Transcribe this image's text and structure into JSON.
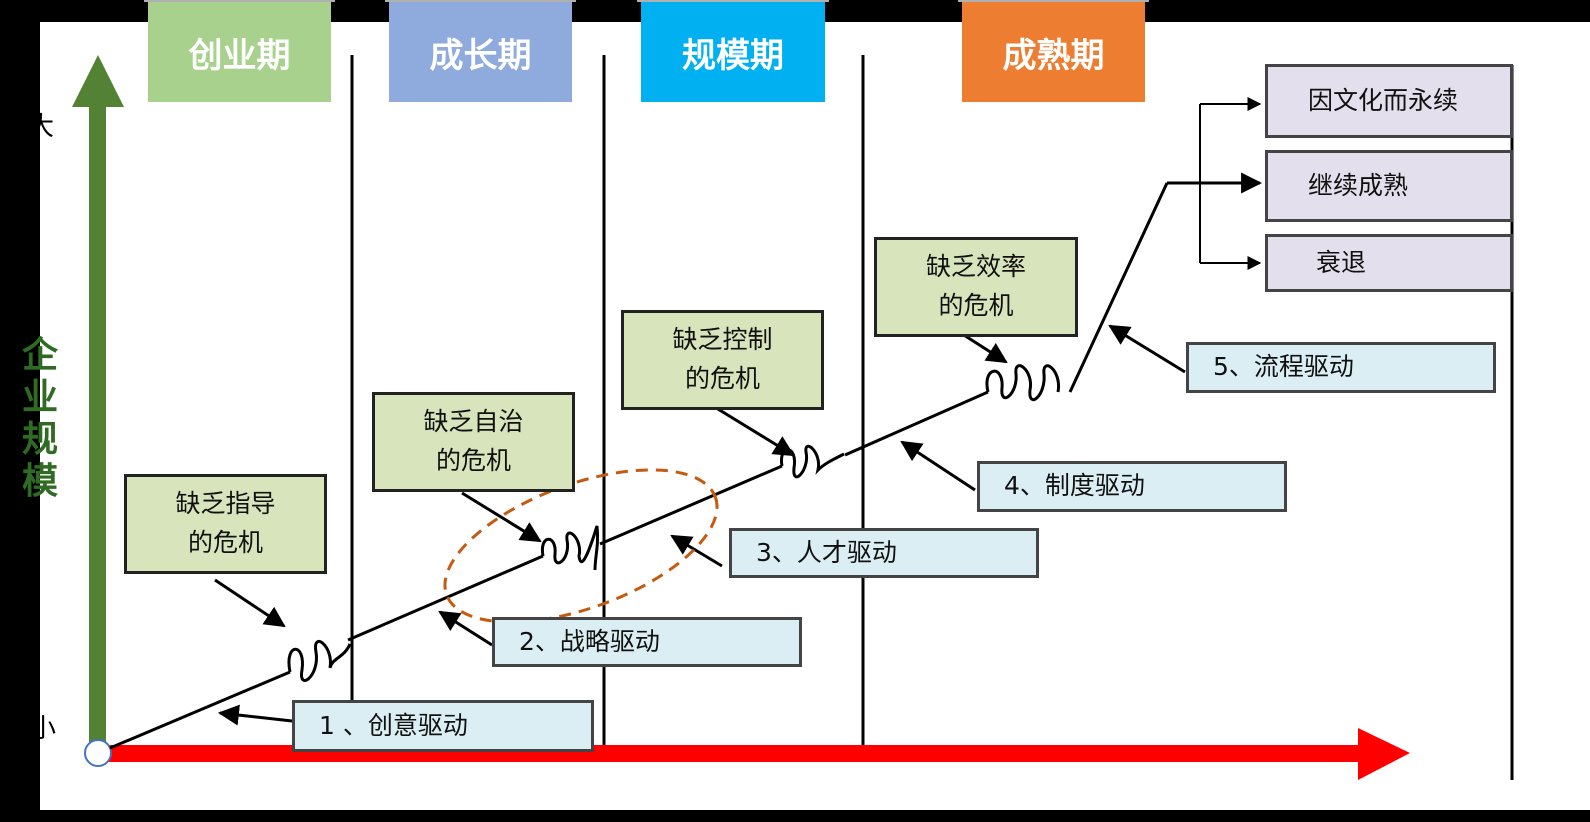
{
  "phases": [
    {
      "label": "创业期",
      "color": "#a9d18e"
    },
    {
      "label": "成长期",
      "color": "#8faadc"
    },
    {
      "label": "规模期",
      "color": "#00b0f0"
    },
    {
      "label": "成熟期",
      "color": "#ed7d31"
    }
  ],
  "y_axis": {
    "label": "企业规模",
    "top_tick": "大",
    "bottom_tick": "小",
    "color": "#548235"
  },
  "x_axis": {
    "color": "#ff0000"
  },
  "crises": [
    {
      "line1": "缺乏指导",
      "line2": "的危机"
    },
    {
      "line1": "缺乏自治",
      "line2": "的危机"
    },
    {
      "line1": "缺乏控制",
      "line2": "的危机"
    },
    {
      "line1": "缺乏效率",
      "line2": "的危机"
    }
  ],
  "drivers": [
    {
      "label": "1 、创意驱动"
    },
    {
      "label": "2、战略驱动"
    },
    {
      "label": "3、人才驱动"
    },
    {
      "label": "4、制度驱动"
    },
    {
      "label": "5、流程驱动"
    }
  ],
  "outcomes": [
    {
      "label": "因文化而永续"
    },
    {
      "label": "继续成熟"
    },
    {
      "label": "衰退"
    }
  ],
  "highlight_color": "#c55a11"
}
